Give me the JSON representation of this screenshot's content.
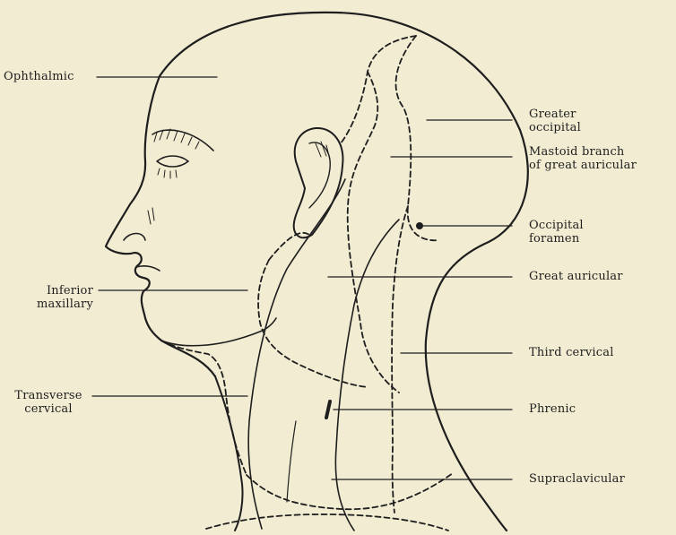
{
  "figure": {
    "background": "#f2ecd2",
    "ink": "#1e1e1e"
  },
  "labels": {
    "ophthalmic": "Ophthalmic",
    "greater_occipital_1": "Greater",
    "greater_occipital_2": "occipital",
    "mastoid_1": "Mastoid branch",
    "mastoid_2": "of great auricular",
    "occipital_foramen_1": "Occipital",
    "occipital_foramen_2": "foramen",
    "great_auricular": "Great auricular",
    "inferior_maxillary_1": "Inferior",
    "inferior_maxillary_2": "maxillary",
    "third_cervical": "Third cervical",
    "transverse_cervical_1": "Transverse",
    "transverse_cervical_2": "cervical",
    "phrenic": "Phrenic",
    "supraclavicular": "Supraclavicular"
  }
}
